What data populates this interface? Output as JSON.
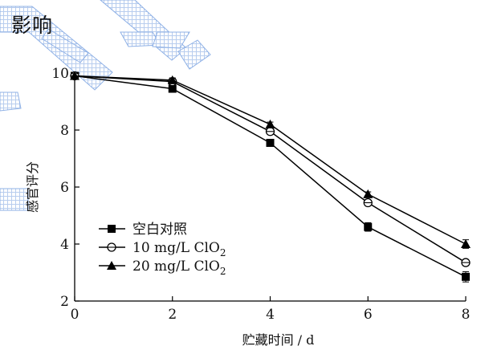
{
  "header": {
    "text": "影响"
  },
  "chart_data": {
    "type": "line",
    "title": "",
    "xlabel": "贮藏时间 / d",
    "ylabel": "感官评分",
    "x": [
      0,
      2,
      4,
      6,
      8
    ],
    "xlim": [
      0,
      8
    ],
    "ylim": [
      2,
      10
    ],
    "xticks": [
      0,
      2,
      4,
      6,
      8
    ],
    "yticks": [
      2,
      4,
      6,
      8,
      10
    ],
    "grid": false,
    "legend_placement": "bottom-left",
    "series": [
      {
        "name": "空白对照",
        "marker": "filled-square",
        "color": "#000000",
        "values": [
          9.9,
          9.45,
          7.55,
          4.6,
          2.85
        ],
        "errors": [
          0.1,
          0.08,
          0.08,
          0.15,
          0.18
        ]
      },
      {
        "name": "10 mg/L ClO",
        "name_subscript": "2",
        "marker": "open-circle",
        "color": "#000000",
        "values": [
          9.9,
          9.7,
          7.95,
          5.45,
          3.35
        ],
        "errors": [
          0.08,
          0.08,
          0.1,
          0.1,
          0.08
        ]
      },
      {
        "name": "20 mg/L ClO",
        "name_subscript": "2",
        "marker": "filled-triangle",
        "color": "#000000",
        "values": [
          9.9,
          9.75,
          8.2,
          5.75,
          4.0
        ],
        "errors": [
          0.08,
          0.08,
          0.08,
          0.08,
          0.15
        ]
      }
    ]
  }
}
